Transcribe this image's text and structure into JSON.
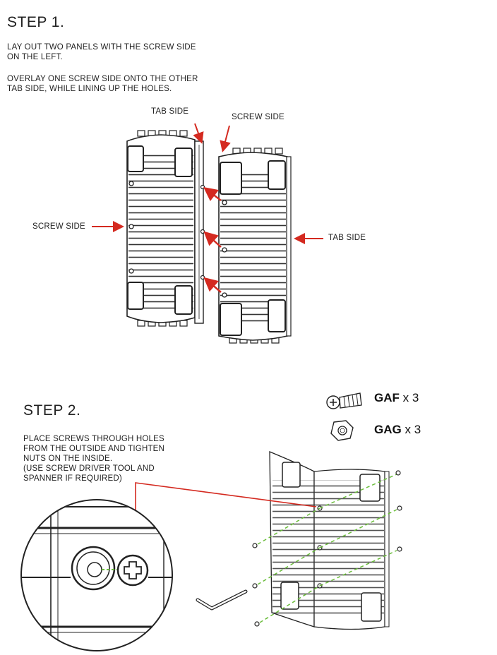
{
  "step1": {
    "title": "STEP 1.",
    "instruction_1": "LAY OUT TWO PANELS WITH THE SCREW SIDE\nON THE LEFT.",
    "instruction_2": "OVERLAY ONE SCREW SIDE ONTO THE OTHER\nTAB SIDE,  WHILE LINING UP THE HOLES.",
    "labels": {
      "tab_side_top": "TAB SIDE",
      "screw_side_top": "SCREW SIDE",
      "screw_side_left": "SCREW SIDE",
      "tab_side_right": "TAB SIDE"
    }
  },
  "step2": {
    "title": "STEP 2.",
    "instruction": "PLACE SCREWS THROUGH HOLES\nFROM THE OUTSIDE AND TIGHTEN\nNUTS ON THE INSIDE.\n(USE SCREW DRIVER TOOL AND\nSPANNER IF REQUIRED)"
  },
  "parts": [
    {
      "code": "GAF",
      "qty": "x 3",
      "icon": "screw-icon"
    },
    {
      "code": "GAG",
      "qty": "x 3",
      "icon": "nut-icon"
    }
  ],
  "colors": {
    "arrow": "#d42a20",
    "guide": "#6bbd3c",
    "line": "#222222"
  }
}
